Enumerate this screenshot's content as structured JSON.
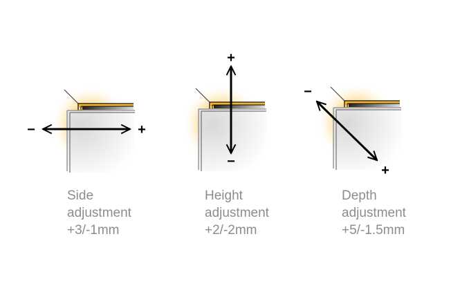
{
  "colors": {
    "glow": "#f7b21b",
    "text": "#8c8c8c",
    "arrow": "#000000"
  },
  "items": [
    {
      "title": "Side",
      "subtitle": "adjustment",
      "range": "+3/-1mm",
      "minus": "−",
      "plus": "+"
    },
    {
      "title": "Height",
      "subtitle": "adjustment",
      "range": "+2/-2mm",
      "minus": "−",
      "plus": "+"
    },
    {
      "title": "Depth",
      "subtitle": "adjustment",
      "range": "+5/-1.5mm",
      "minus": "−",
      "plus": "+"
    }
  ]
}
